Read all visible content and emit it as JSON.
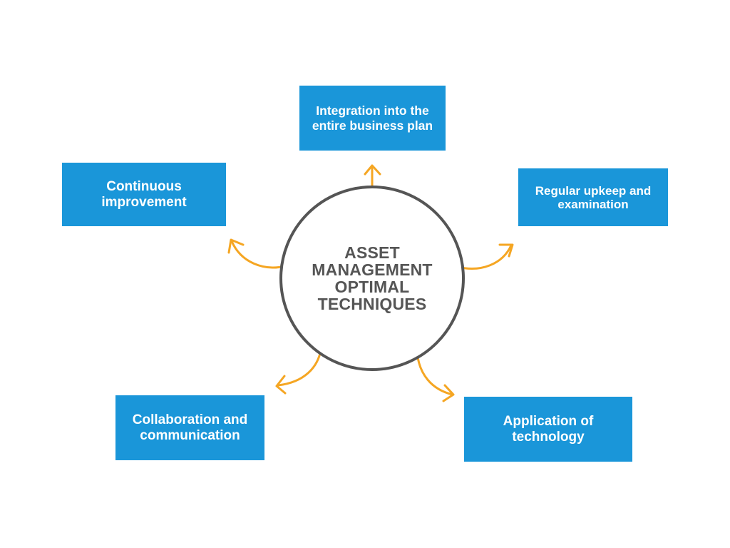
{
  "hub": {
    "lines": [
      "ASSET",
      "MANAGEMENT",
      "OPTIMAL",
      "TECHNIQUES"
    ]
  },
  "nodes": {
    "top": "Integration into the entire business plan",
    "left": "Continuous improvement",
    "right": "Regular upkeep and examination",
    "bottom_left": "Collaboration and communication",
    "bottom_right": "Application of technology"
  },
  "colors": {
    "box": "#1a96d9",
    "hub_border": "#555555",
    "hub_text": "#555555",
    "arrow": "#f5a623"
  }
}
